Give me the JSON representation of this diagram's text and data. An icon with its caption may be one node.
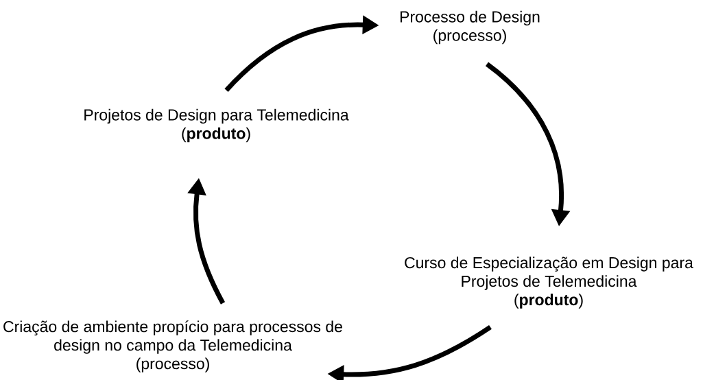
{
  "diagram": {
    "nodes": [
      {
        "text": [
          "Processo de Design",
          "(processo)"
        ]
      },
      {
        "text": [
          "Curso de Especialização em Design para Projetos de Telemedicina",
          "(**produto**)"
        ]
      },
      {
        "text": [
          "Criação de ambiente propício para processos de design no campo da Telemedicina",
          "(processo)"
        ]
      },
      {
        "text": [
          "Projetos de Design para Telemedicina",
          "(**produto**)"
        ]
      }
    ],
    "edges": [
      {
        "from": 3,
        "to": 0,
        "arrow": "to"
      },
      {
        "from": 0,
        "to": 1,
        "arrow": "to"
      },
      {
        "from": 1,
        "to": 2,
        "arrow": "to"
      },
      {
        "from": 2,
        "to": 3,
        "arrow": "to"
      }
    ]
  }
}
